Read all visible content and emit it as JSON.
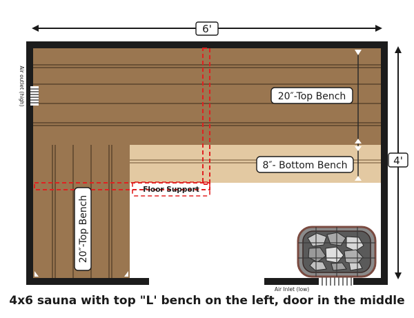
{
  "dimensions": {
    "width": "6'",
    "depth": "4'"
  },
  "benches": {
    "top_upper": "20″-Top Bench",
    "bottom": "8″- Bottom Bench",
    "top_left": "20″-Top Bench"
  },
  "floor_support": "Floor Support",
  "vents": {
    "outlet": "Air outlet (high)",
    "inlet": "Air Inlet (low)"
  },
  "caption": "4x6 sauna with top \"L' bench on the left, door in the middle",
  "colors": {
    "wall": "#1c1c1c",
    "top_bench": "#9a7650",
    "bottom_bench": "#e3c9a2",
    "board_line": "#3a2a1a",
    "floor_support": "#e02020",
    "heater_frame": "#7a4a40"
  },
  "icons": {
    "heater": "sauna-heater-stones-icon"
  }
}
